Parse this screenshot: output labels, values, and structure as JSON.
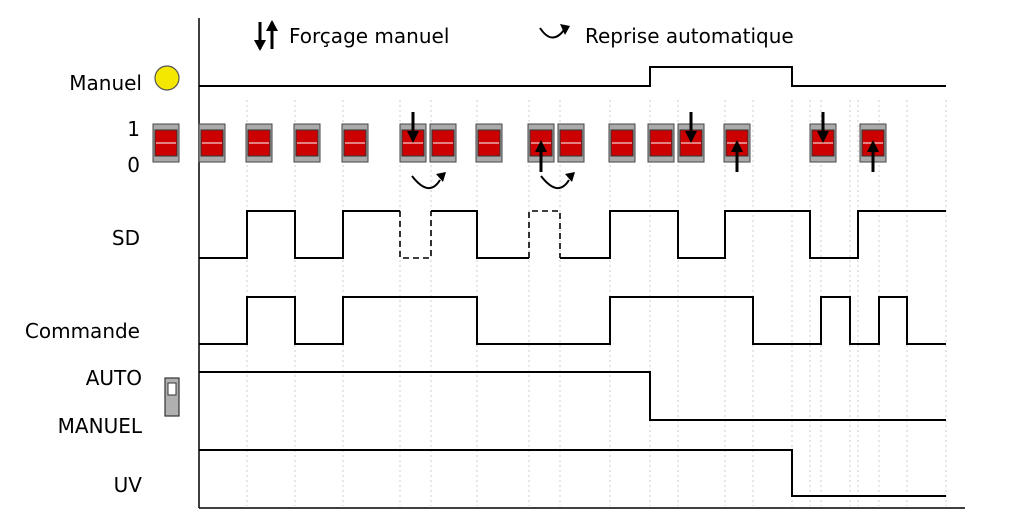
{
  "legend": {
    "manual_forcing": "Forçage manuel",
    "auto_resume": "Reprise automatique"
  },
  "rows": {
    "manuel": "Manuel",
    "level_1": "1",
    "level_0": "0",
    "sd": "SD",
    "commande": "Commande",
    "auto": "AUTO",
    "manuel_mode": "MANUEL",
    "uv": "UV"
  },
  "colors": {
    "lamp": "#f5e800",
    "switch_body": "#cc0000",
    "switch_frame": "#aaaaaa",
    "line": "#000000"
  },
  "icons": {
    "lamp": "yellow-lamp-icon",
    "selector": "auto-manual-selector-icon",
    "forcing": "up-down-arrows-icon",
    "resume": "curved-arrow-icon"
  }
}
